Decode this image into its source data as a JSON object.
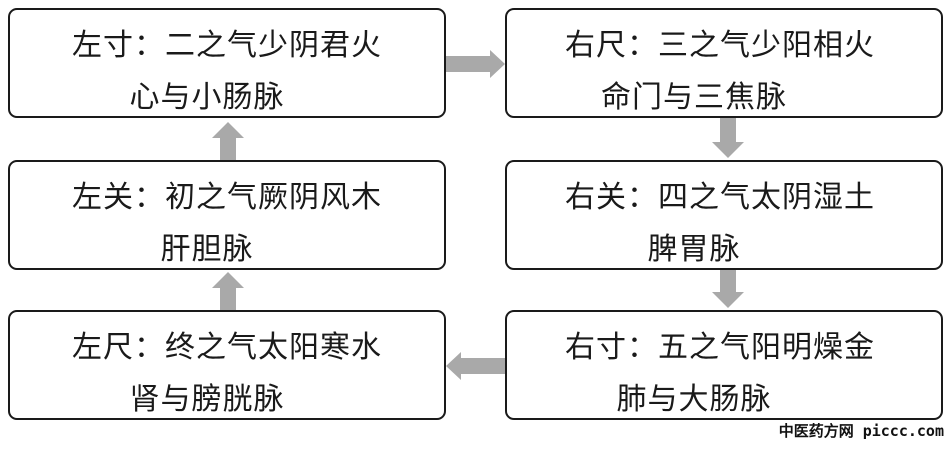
{
  "diagram": {
    "nodes": {
      "left_cun": {
        "line1": "左寸：二之气少阴君火",
        "line2": "心与小肠脉"
      },
      "right_chi": {
        "line1": "右尺：三之气少阳相火",
        "line2": "命门与三焦脉"
      },
      "left_guan": {
        "line1": "左关：初之气厥阴风木",
        "line2": "肝胆脉"
      },
      "right_guan": {
        "line1": "右关：四之气太阴湿土",
        "line2": "脾胃脉"
      },
      "left_chi": {
        "line1": "左尺：终之气太阳寒水",
        "line2": "肾与膀胱脉"
      },
      "right_cun": {
        "line1": "右寸：五之气阳明燥金",
        "line2": "肺与大肠脉"
      }
    },
    "arrow_color": "#a9a9a9",
    "border_color": "#1a1a1a"
  },
  "watermark": {
    "text": "中医药方网 piccc.com"
  }
}
